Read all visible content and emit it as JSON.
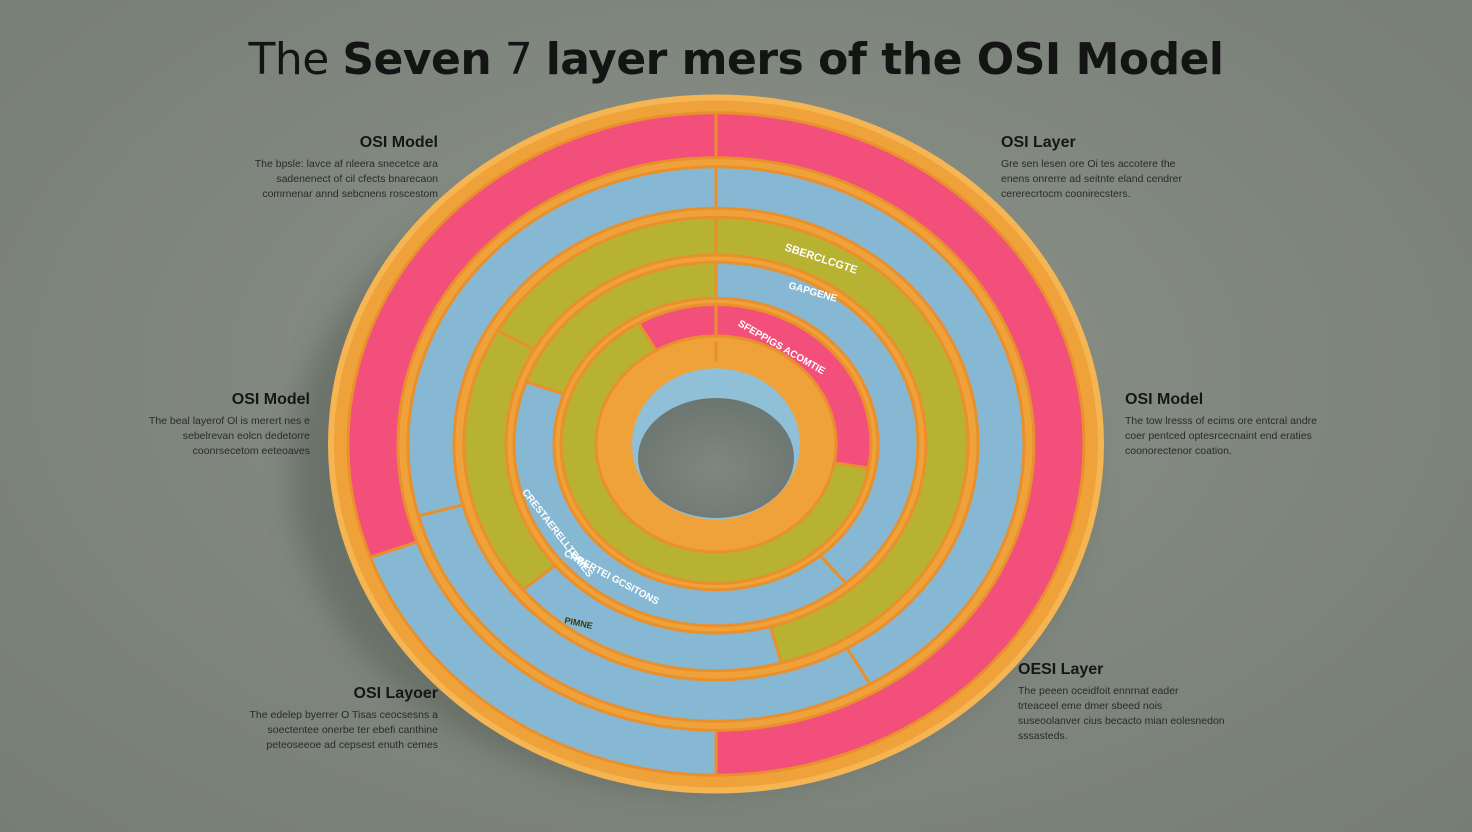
{
  "title": {
    "light": "The",
    "bold": "Seven",
    "light2": "7",
    "rest": "layer mers of the OSI Model"
  },
  "callouts": {
    "top_left": {
      "heading": "OSI Model",
      "lines": [
        "The bpsle: lavce af nleera snecetce ara",
        "sadenenect of cil cfects bnarecaon",
        "comrnenar annd sebcnens roscestom"
      ]
    },
    "top_right": {
      "heading": "OSI Layer",
      "lines": [
        "Gre sen lesen ore Oi tes accotere the",
        "enens onrerre ad seitnte eland cendrer",
        "cererecrtocm coonirecsters."
      ]
    },
    "mid_left": {
      "heading": "OSI Model",
      "lines": [
        "The beal layerof Ol is merert nes e",
        "sebelrevan eolcn dedetorre",
        "coonrsecetom eeteoaves"
      ]
    },
    "mid_right": {
      "heading": "OSI Model",
      "lines": [
        "The tow lresss of ecims ore entcral andre",
        "coer pentced optesrcecnaint end eraties",
        "coonorectenor coation."
      ]
    },
    "bottom_left": {
      "heading": "OSI Layoer",
      "lines": [
        "The edelep byerrer O Tisas ceocsesns a",
        "soectentee onerbe ter ebefi canthine",
        "peteoseeoe ad cepsest enuth cemes"
      ]
    },
    "bottom_right": {
      "heading": "OESI Layer",
      "lines": [
        "The peeen oceidfoit ennrnat eader",
        "trteaceel eme dmer sbeed nois",
        "suseoolanver cius becacto mian eolesnedon",
        "sssasteds."
      ]
    }
  },
  "ring_labels": [
    "SBERCLCGTE",
    "GAPGENE",
    "SFEPPIGS ACOMTIE",
    "CRESTAERELLTERIES",
    "CRBERTEI GCSITONS",
    "PIMNE"
  ],
  "colors": {
    "background": "#80877e",
    "ring_orange": "#f0a23a",
    "segment_pink": "#f2507a",
    "segment_blue": "#86b8d3",
    "segment_olive": "#b8b232",
    "center_blue": "#8fc0d8"
  }
}
